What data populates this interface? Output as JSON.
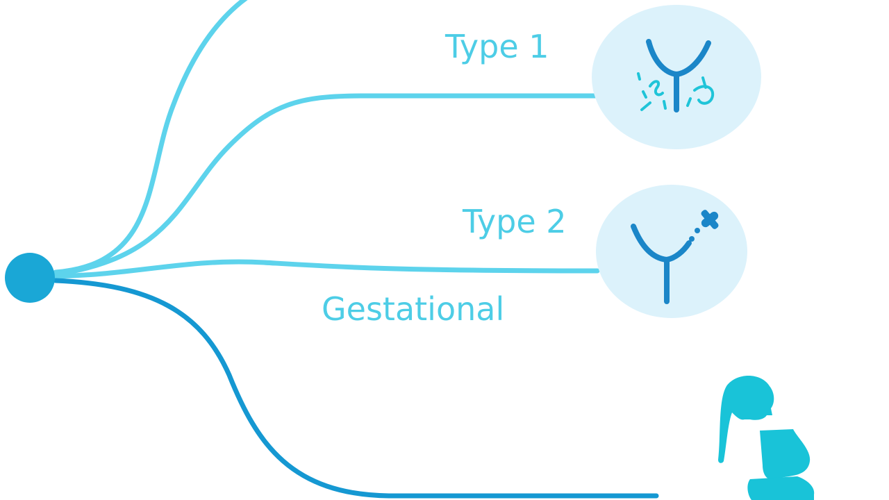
{
  "diagram": {
    "labels": {
      "type1": "Type 1",
      "type2": "Type 2",
      "gestational": "Gestational"
    },
    "icons": {
      "type1": "antibody-with-fragments-icon",
      "type2": "receptor-with-molecule-icon",
      "gestational": "pregnant-woman-icon"
    },
    "colors": {
      "light_branch": "#5dd3ec",
      "dark_branch": "#1598d2",
      "label_text": "#4dcde6",
      "root_node": "#1aa7d6",
      "icon_circle": "#dcf2fb",
      "antibody": "#1b86c8",
      "fragments": "#1fc4d8",
      "figure": "#19c3d8"
    }
  }
}
